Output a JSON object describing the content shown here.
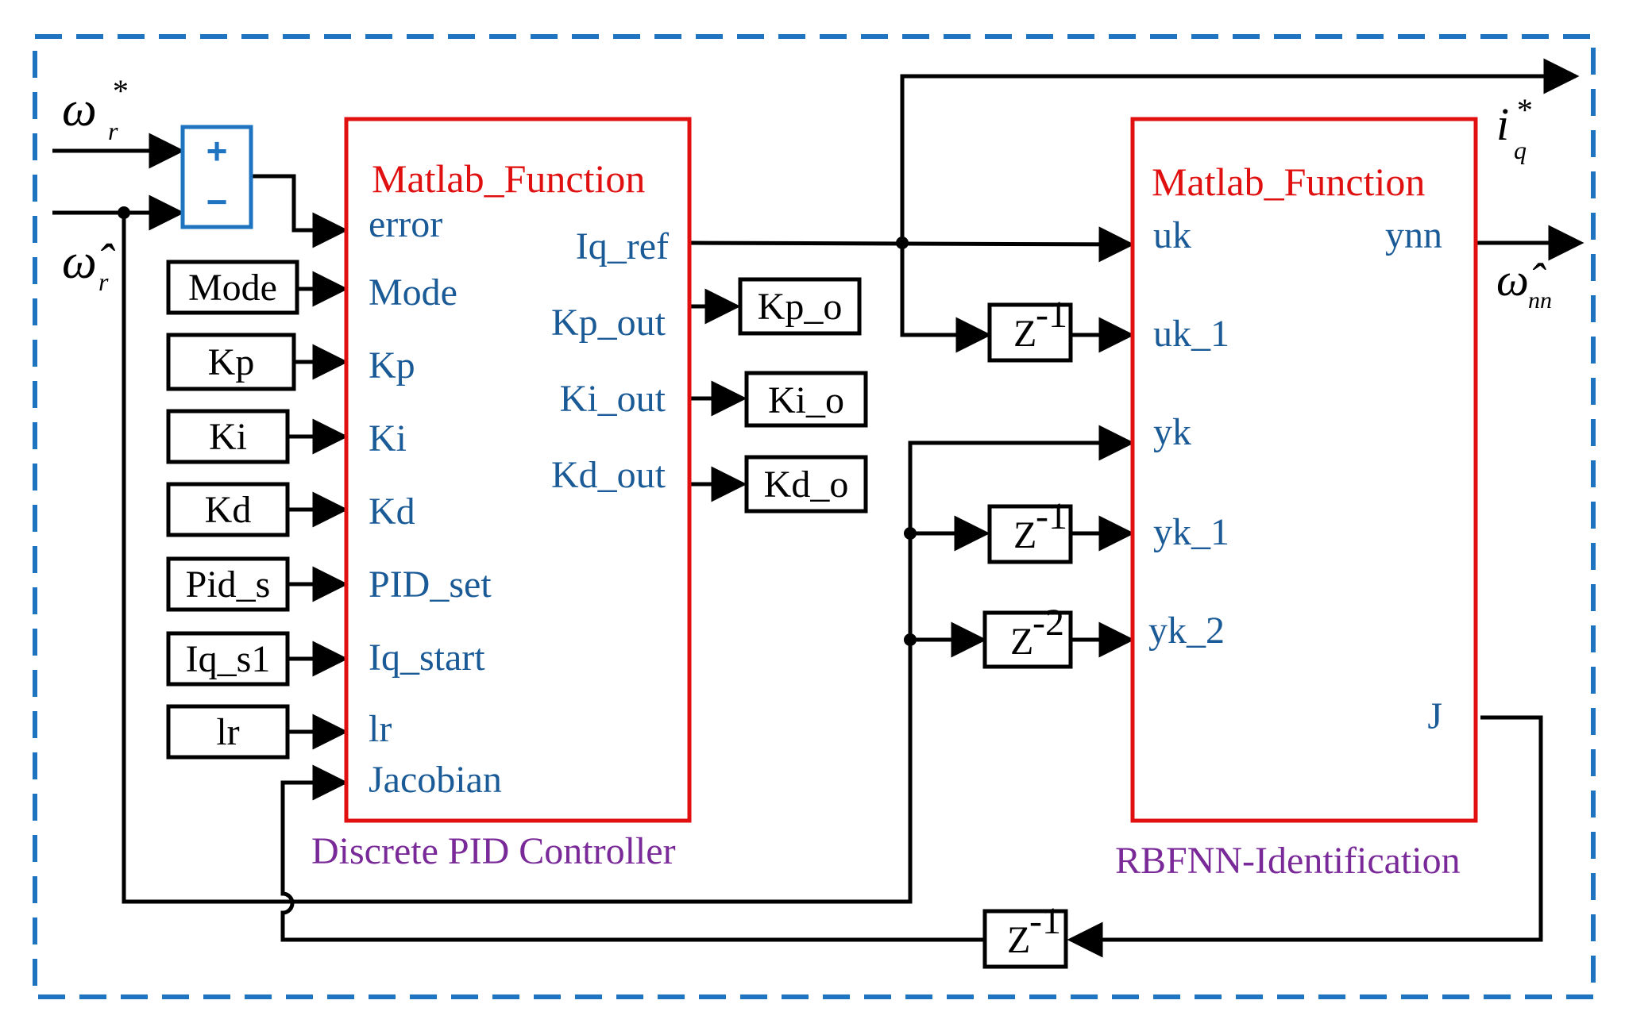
{
  "colors": {
    "frame": "#1f74c2",
    "block_border": "#e01010",
    "port_text": "#1a5a96",
    "caption_text": "#7a2a98",
    "wire": "#000000"
  },
  "inputs": {
    "omega_ref": {
      "symbol": "ω",
      "sub": "r",
      "sup": "*"
    },
    "omega_hat": {
      "symbol": "ω̂",
      "sub": "r"
    }
  },
  "sum_block": {
    "plus": "+",
    "minus": "−"
  },
  "constants": [
    "Mode",
    "Kp",
    "Ki",
    "Kd",
    "Pid_s",
    "Iq_s1",
    "lr"
  ],
  "pid_block": {
    "title": "Matlab_Function",
    "caption": "Discrete PID Controller",
    "inputs": [
      "error",
      "Mode",
      "Kp",
      "Ki",
      "Kd",
      "PID_set",
      "Iq_start",
      "lr",
      "Jacobian"
    ],
    "outputs": [
      "Iq_ref",
      "Kp_out",
      "Ki_out",
      "Kd_out"
    ]
  },
  "pid_sinks": [
    "Kp_o",
    "Ki_o",
    "Kd_o"
  ],
  "delays": {
    "uk1": {
      "base": "Z",
      "exp": "-1"
    },
    "yk1": {
      "base": "Z",
      "exp": "-1"
    },
    "yk2": {
      "base": "Z",
      "exp": "-2"
    },
    "jac": {
      "base": "Z",
      "exp": "-1"
    }
  },
  "rbf_block": {
    "title": "Matlab_Function",
    "caption": "RBFNN-Identification",
    "inputs": [
      "uk",
      "uk_1",
      "yk",
      "yk_1",
      "yk_2"
    ],
    "outputs": [
      "ynn",
      "J"
    ]
  },
  "outputs": {
    "iq_ref": {
      "symbol": "i",
      "sub": "q",
      "sup": "*"
    },
    "omega_nn": {
      "symbol": "ω̂",
      "sub": "nn"
    }
  }
}
